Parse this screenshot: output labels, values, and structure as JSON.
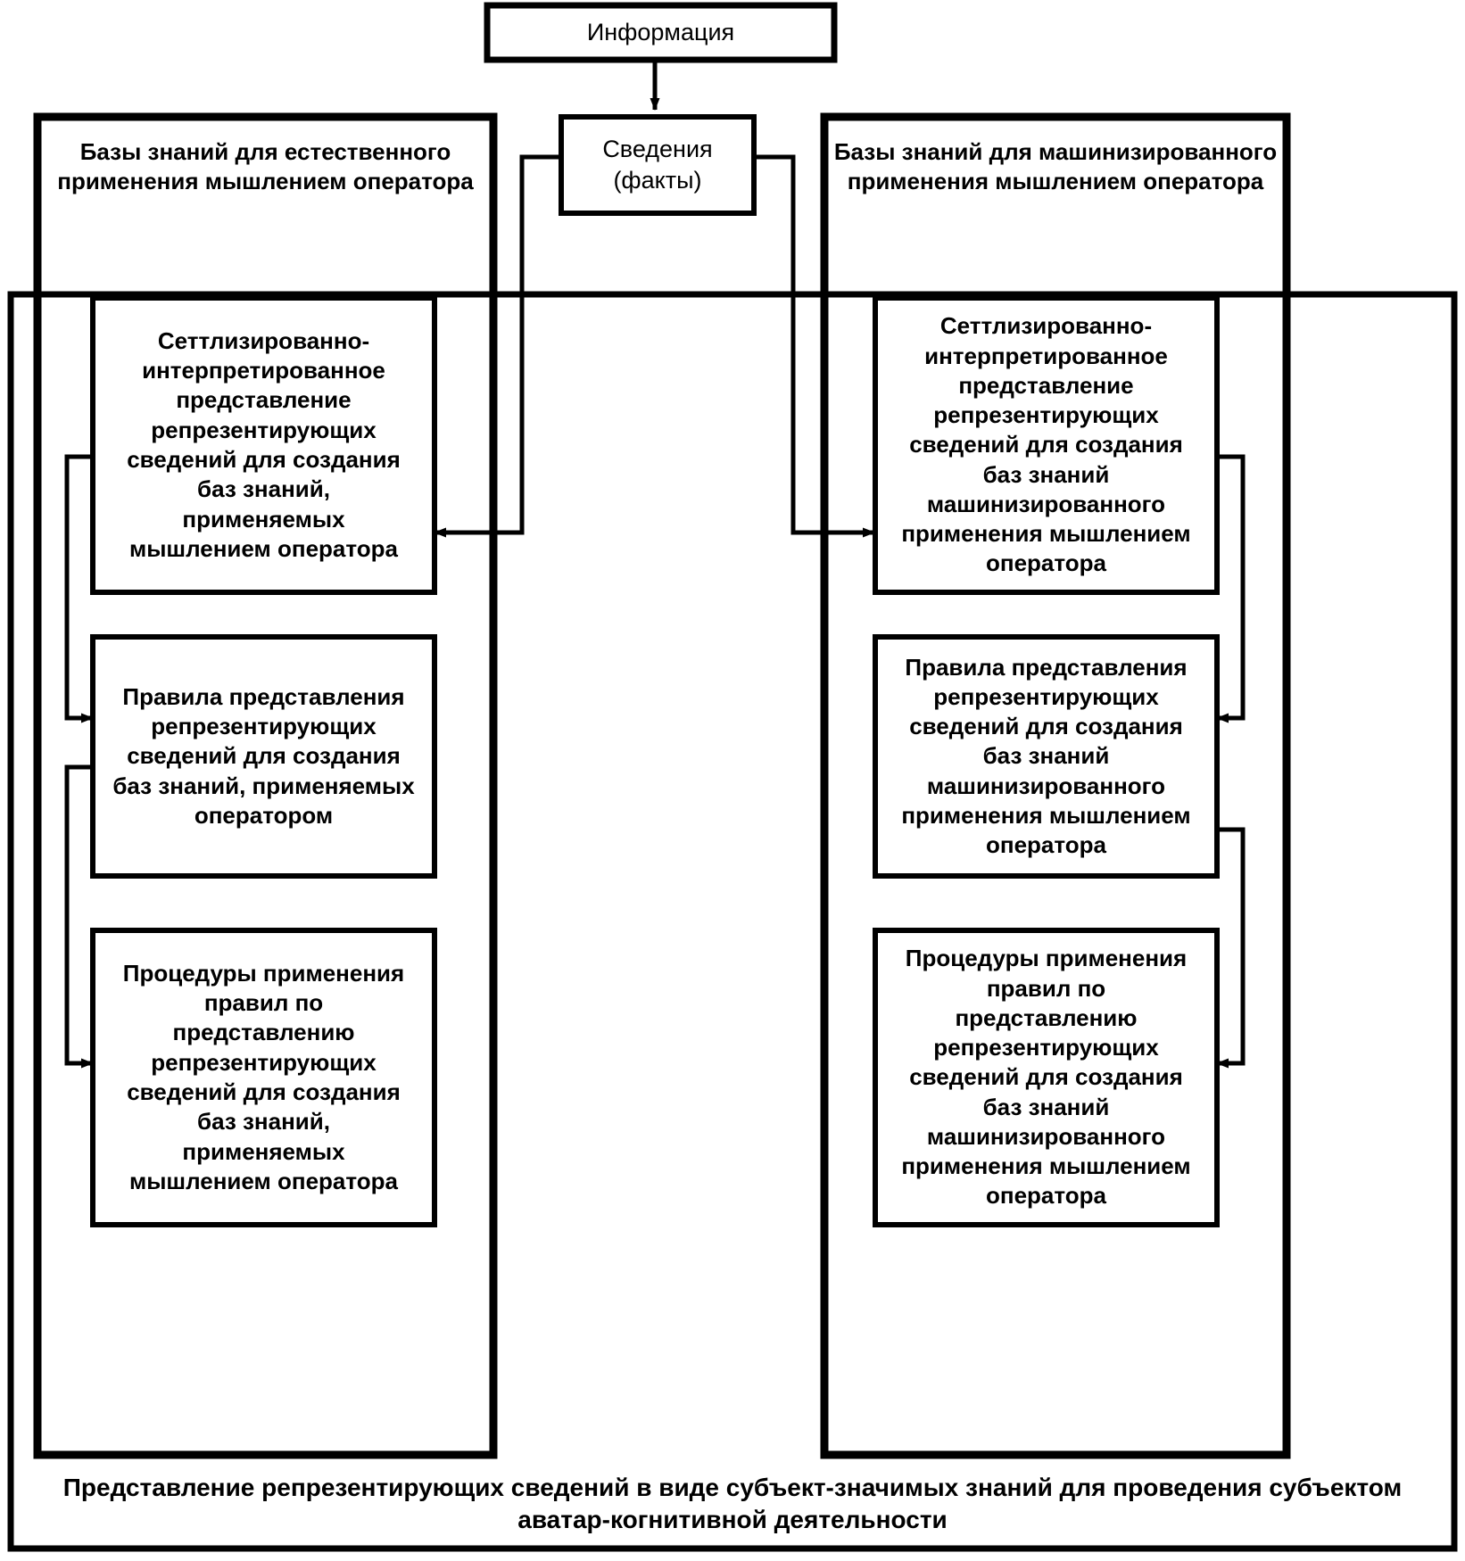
{
  "diagram": {
    "top_node": {
      "label": "Информация"
    },
    "facts_node": {
      "label": "Сведения\n(факты)"
    },
    "left_panel": {
      "header": "Базы знаний для естественного применения мышлением оператора",
      "boxes": [
        {
          "id": "left-box-1",
          "label": "Сеттлизированно-\nинтерпретированное\nпредставление\nрепрезентирующих\nсведений для создания\nбаз знаний,\nприменяемых\nмышлением оператора"
        },
        {
          "id": "left-box-2",
          "label": "Правила представления\nрепрезентирующих\nсведений для создания\nбаз знаний, применяемых\nоператором"
        },
        {
          "id": "left-box-3",
          "label": "Процедуры применения\nправил по\nпредставлению\nрепрезентирующих\nсведений для создания\nбаз знаний,\nприменяемых\nмышлением оператора"
        }
      ]
    },
    "right_panel": {
      "header": "Базы знаний для машинизированного применения мышлением оператора",
      "boxes": [
        {
          "id": "right-box-1",
          "label": "Сеттлизированно-\nинтерпретированное\nпредставление\nрепрезентирующих\nсведений для создания\nбаз знаний\nмашинизированного\nприменения мышлением\nоператора"
        },
        {
          "id": "right-box-2",
          "label": "Правила представления\nрепрезентирующих\nсведений для создания\nбаз знаний\nмашинизированного\nприменения мышлением\nоператора"
        },
        {
          "id": "right-box-3",
          "label": "Процедуры применения\nправил по\nпредставлению\nрепрезентирующих\nсведений для создания\nбаз знаний\nмашинизированного\nприменения мышлением\nоператора"
        }
      ]
    },
    "caption": "Представление репрезентирующих сведений в виде субъект-значимых знаний для проведения субъектом аватар-когнитивной деятельности",
    "colors": {
      "stroke": "#000000",
      "background": "#ffffff",
      "text": "#000000"
    }
  }
}
